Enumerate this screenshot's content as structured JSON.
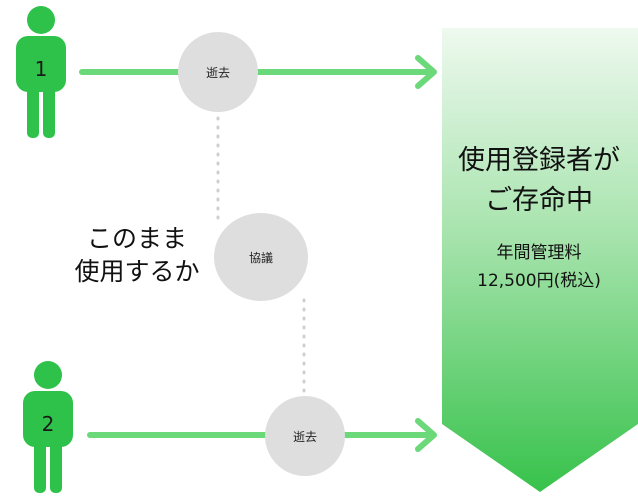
{
  "persons": [
    {
      "number": "1"
    },
    {
      "number": "2"
    }
  ],
  "events": {
    "top_label": "逝去",
    "middle_label": "協議",
    "bottom_label": "逝去"
  },
  "question": {
    "line1": "このまま",
    "line2": "使用するか"
  },
  "panel": {
    "title_line1": "使用登録者が",
    "title_line2": "ご存命中",
    "fee_label": "年間管理料",
    "fee_value": "12,500円(税込)"
  },
  "colors": {
    "person": "#2ec24a",
    "arrow": "#6bd87a",
    "panel_top": "#eaf8ec",
    "panel_bottom": "#39c34d",
    "circle": "#dedede"
  }
}
